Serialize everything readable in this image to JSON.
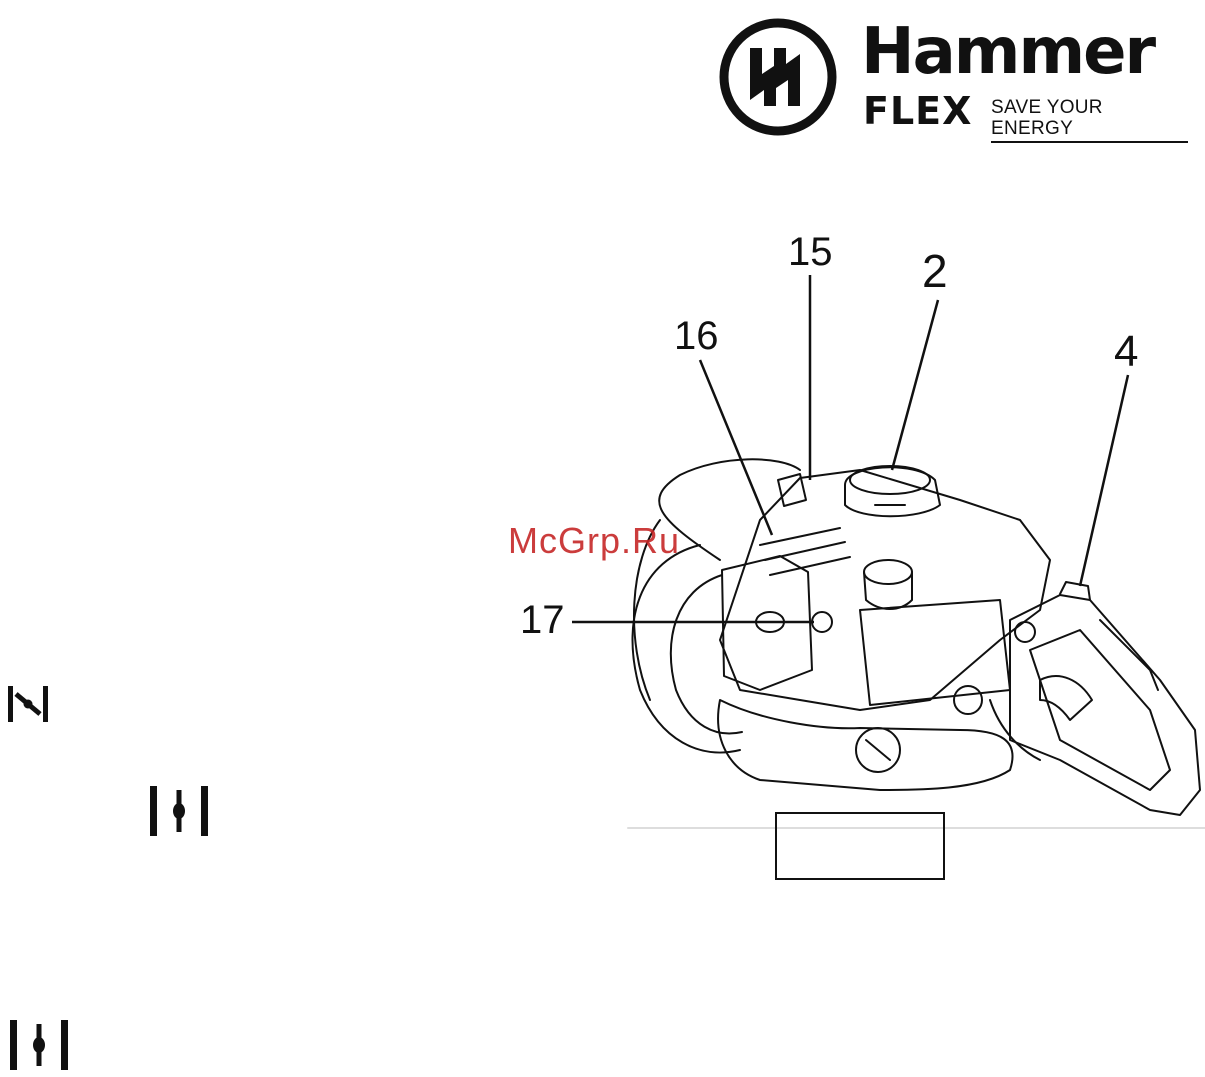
{
  "logo": {
    "brand": "Hammer",
    "sub": "FLEX",
    "tagline": "SAVE YOUR ENERGY"
  },
  "watermark": "McGrp.Ru",
  "callouts": [
    "15",
    "2",
    "16",
    "4",
    "17"
  ],
  "symbols": [
    "choke-closed-icon",
    "choke-open-icon",
    "choke-open-icon"
  ],
  "colors": {
    "ink": "#111111",
    "watermark": "#c62828"
  }
}
